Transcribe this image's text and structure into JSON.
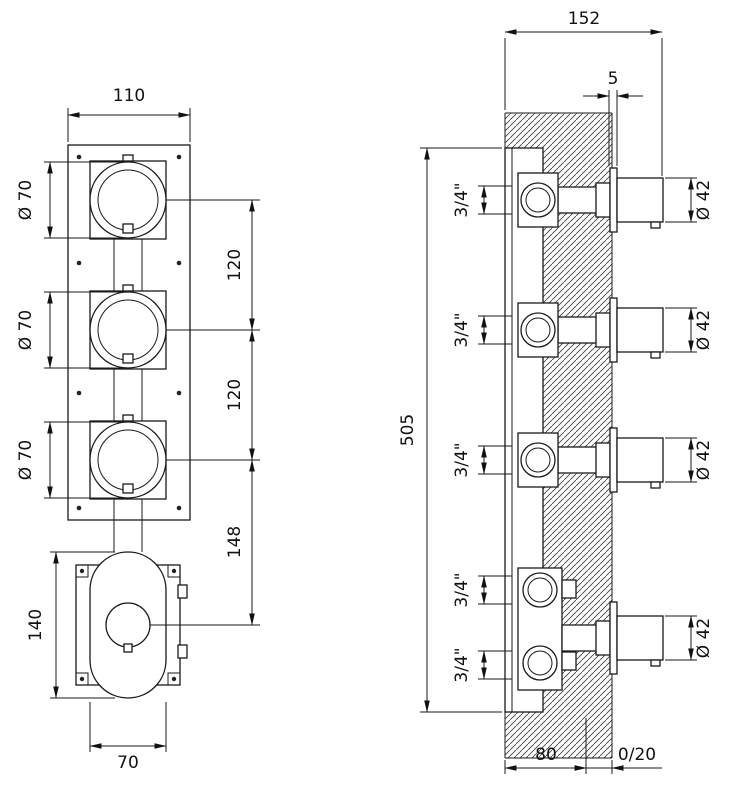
{
  "drawing": {
    "front": {
      "plate_width": "110",
      "knob_diameter": "Ø 70",
      "knob_spacing": "120",
      "knob_to_mixer": "148",
      "mixer_height": "140",
      "mixer_width": "70"
    },
    "side": {
      "total_depth": "152",
      "trim_thickness": "5",
      "total_height": "505",
      "inlet_size": "3/4\"",
      "handle_diameter": "Ø 42",
      "rough_in_depth": "80",
      "adjustment_range": "0/20"
    },
    "colors": {
      "line": "#1a1a1a",
      "background": "#ffffff"
    }
  }
}
